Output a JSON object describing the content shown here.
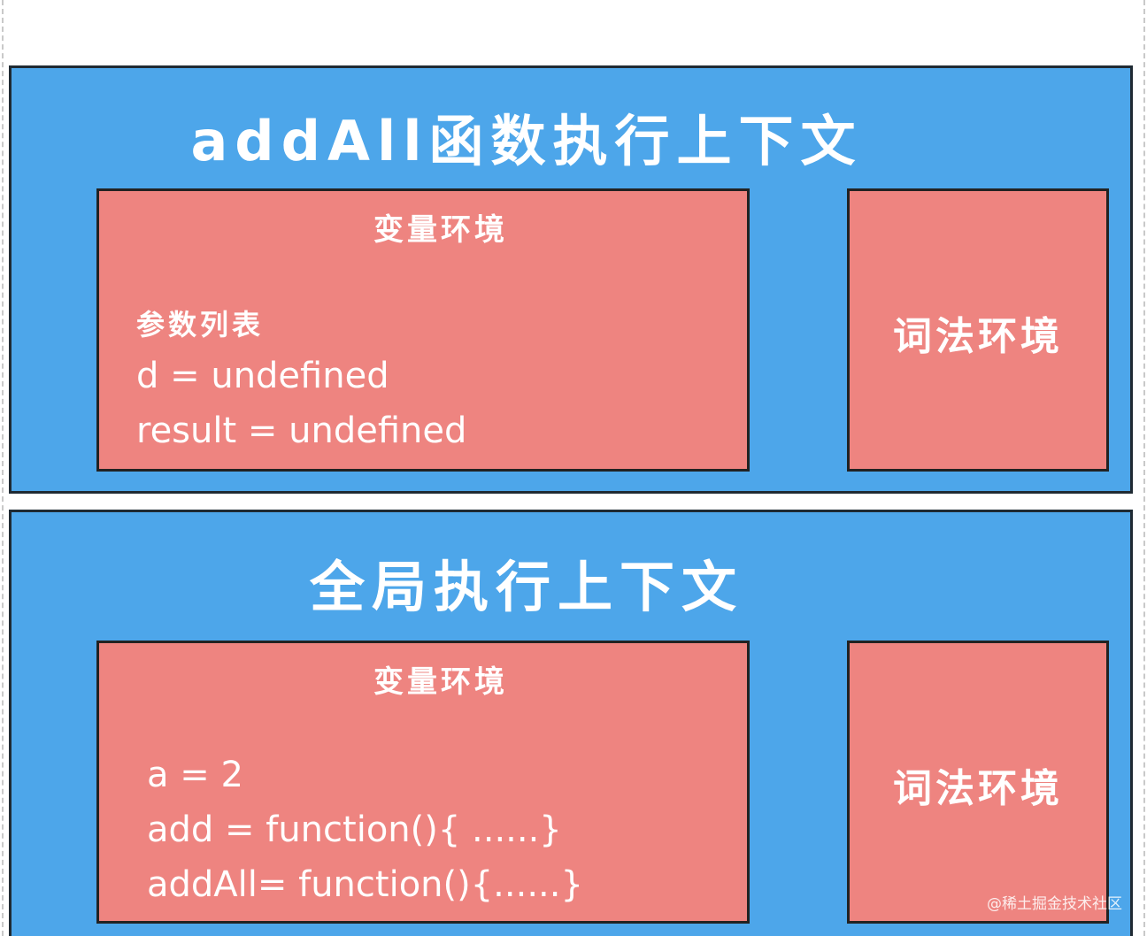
{
  "function_context": {
    "title": "addAll函数执行上下文",
    "variable_env": {
      "title": "变量环境",
      "subtitle": "参数列表",
      "lines": [
        "d = undefined",
        "result = undefined"
      ]
    },
    "lexical_env": {
      "title": "词法环境"
    }
  },
  "global_context": {
    "title": "全局执行上下文",
    "variable_env": {
      "title": "变量环境",
      "lines": [
        "a = 2",
        "add = function(){ ......}",
        "addAll= function(){......}"
      ]
    },
    "lexical_env": {
      "title": "词法环境"
    }
  },
  "watermark": "@稀土掘金技术社区",
  "colors": {
    "context_bg": "#4da6ea",
    "env_bg": "#ee8480",
    "border": "#1f2a33",
    "text": "#ffffff"
  }
}
